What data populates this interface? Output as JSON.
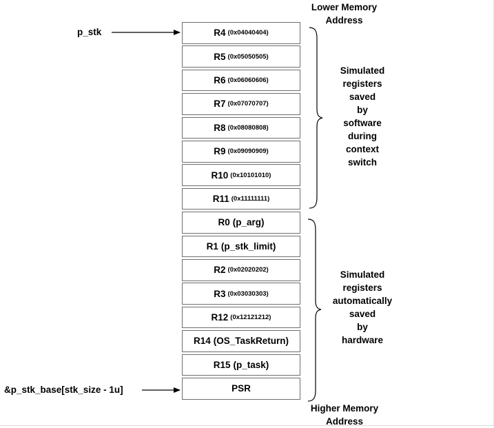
{
  "header": {
    "top_label_line1": "Lower Memory",
    "top_label_line2": "Address",
    "bottom_label_line1": "Higher Memory",
    "bottom_label_line2": "Address"
  },
  "pointers": {
    "top": "p_stk",
    "bottom": "&p_stk_base[stk_size - 1u]"
  },
  "stack": [
    {
      "name": "R4",
      "detail": "(0x04040404)",
      "small": true
    },
    {
      "name": "R5",
      "detail": "(0x05050505)",
      "small": true
    },
    {
      "name": "R6",
      "detail": "(0x06060606)",
      "small": true
    },
    {
      "name": "R7",
      "detail": "(0x07070707)",
      "small": true
    },
    {
      "name": "R8",
      "detail": "(0x08080808)",
      "small": true
    },
    {
      "name": "R9",
      "detail": "(0x09090909)",
      "small": true
    },
    {
      "name": "R10",
      "detail": "(0x10101010)",
      "small": true
    },
    {
      "name": "R11",
      "detail": "(0x11111111)",
      "small": true
    },
    {
      "name": "R0",
      "detail": "(p_arg)",
      "small": false
    },
    {
      "name": "R1",
      "detail": "(p_stk_limit)",
      "small": false
    },
    {
      "name": "R2",
      "detail": "(0x02020202)",
      "small": true
    },
    {
      "name": "R3",
      "detail": "(0x03030303)",
      "small": true
    },
    {
      "name": "R12",
      "detail": "(0x12121212)",
      "small": true
    },
    {
      "name": "R14",
      "detail": "(OS_TaskReturn)",
      "small": false
    },
    {
      "name": "R15",
      "detail": "(p_task)",
      "small": false
    },
    {
      "name": "PSR",
      "detail": "",
      "small": false
    }
  ],
  "groups": {
    "software": [
      "Simulated",
      "registers",
      "saved",
      "by",
      "software",
      "during",
      "context",
      "switch"
    ],
    "hardware": [
      "Simulated",
      "registers",
      "automatically",
      "saved",
      "by",
      "hardware"
    ]
  },
  "colors": {
    "cell_border": "#6d6d6d",
    "text": "#000000",
    "background": "#ffffff"
  }
}
